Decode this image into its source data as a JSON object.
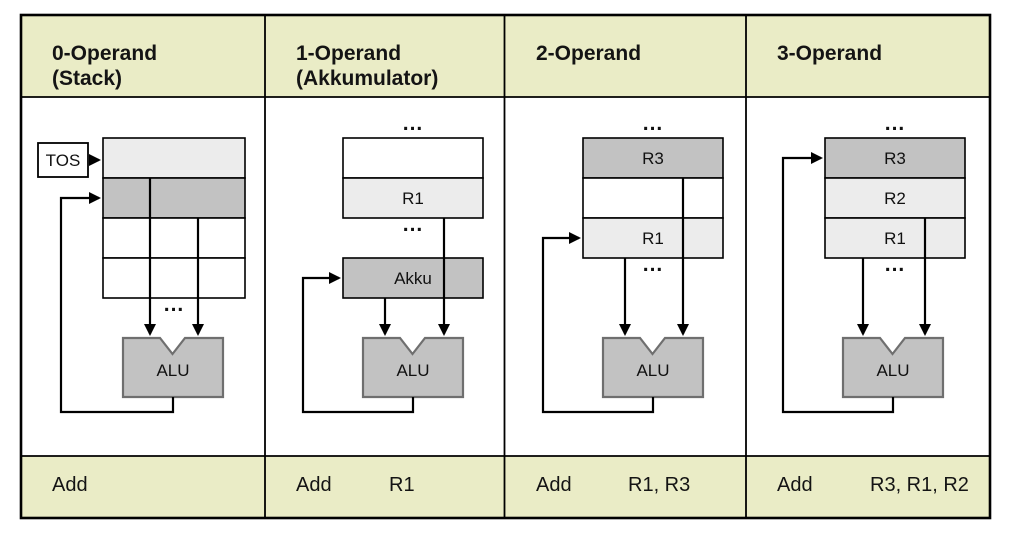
{
  "colors": {
    "band_background": "#eaecc6",
    "cell_light_gray": "#ececec",
    "cell_medium_gray": "#c2c2c2",
    "cell_white": "#ffffff",
    "alu_border_gray": "#6f6f6f",
    "line_black": "#000000"
  },
  "labels": {
    "alu": "ALU",
    "dots": "..."
  },
  "columns": [
    {
      "header": [
        "0-Operand",
        "(Stack)"
      ],
      "tos": "TOS",
      "instruction": {
        "mnemonic": "Add",
        "operands": ""
      }
    },
    {
      "header": [
        "1-Operand",
        "(Akkumulator)"
      ],
      "registers": {
        "r1": "R1"
      },
      "akku": "Akku",
      "instruction": {
        "mnemonic": "Add",
        "operands": "R1"
      }
    },
    {
      "header": [
        "2-Operand"
      ],
      "registers": {
        "r3": "R3",
        "r1": "R1"
      },
      "instruction": {
        "mnemonic": "Add",
        "operands": "R1, R3"
      }
    },
    {
      "header": [
        "3-Operand"
      ],
      "registers": {
        "r3": "R3",
        "r2": "R2",
        "r1": "R1"
      },
      "instruction": {
        "mnemonic": "Add",
        "operands": "R3, R1, R2"
      }
    }
  ]
}
